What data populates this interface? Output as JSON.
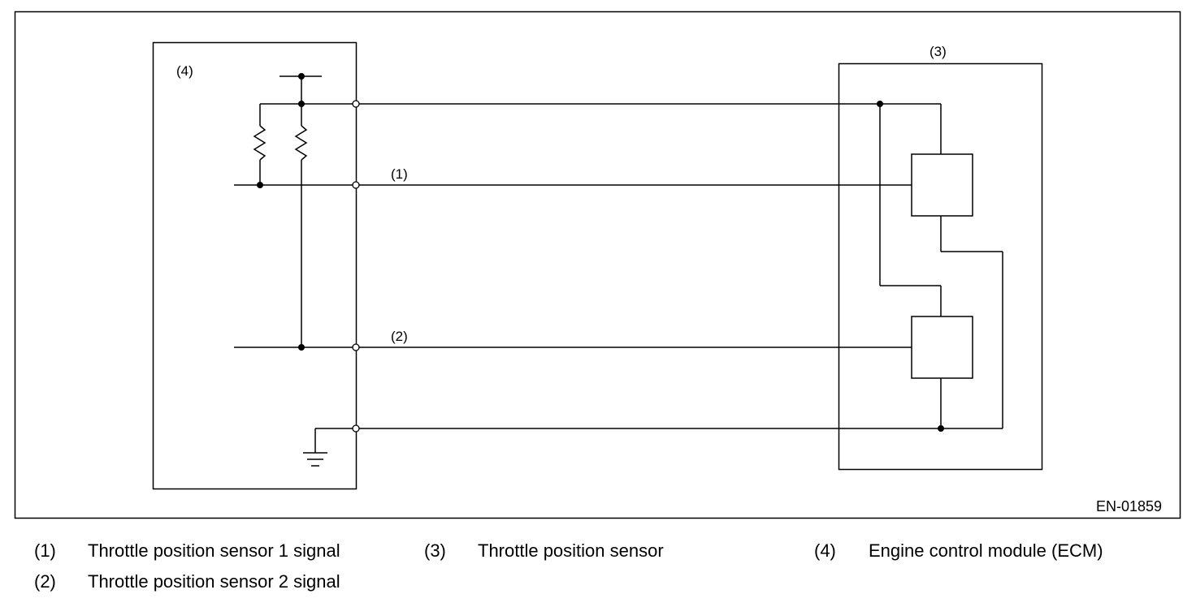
{
  "diagram": {
    "ecm_label": "(4)",
    "sensor_label": "(3)",
    "signal1_label": "(1)",
    "signal2_label": "(2)",
    "figure_code": "EN-01859"
  },
  "legend": [
    {
      "num": "(1)",
      "text": "Throttle position sensor 1 signal"
    },
    {
      "num": "(2)",
      "text": "Throttle position sensor 2 signal"
    },
    {
      "num": "(3)",
      "text": "Throttle position sensor"
    },
    {
      "num": "(4)",
      "text": "Engine control module (ECM)"
    }
  ]
}
